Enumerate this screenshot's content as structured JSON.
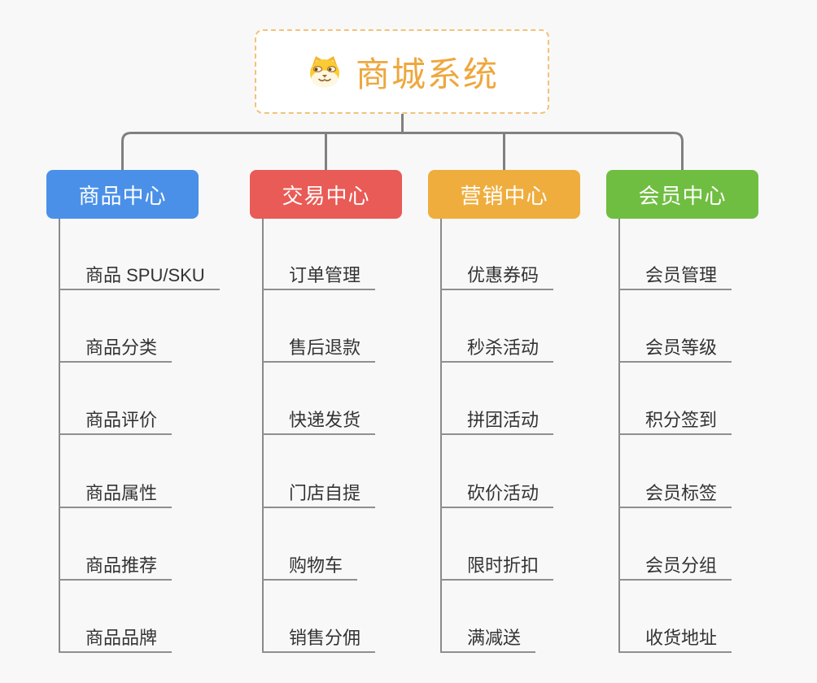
{
  "page": {
    "background": "#F8F8F8"
  },
  "root": {
    "title": "商城系统",
    "icon": "dog-face",
    "text_color": "#EEA73E",
    "border_color": "#F3C279"
  },
  "connector_color": "#808080",
  "underline_color": "#8F8F8F",
  "item_text_color": "#333333",
  "branches": [
    {
      "label": "商品中心",
      "color": "#4A90E8",
      "items": [
        "商品 SPU/SKU",
        "商品分类",
        "商品评价",
        "商品属性",
        "商品推荐",
        "商品品牌"
      ]
    },
    {
      "label": "交易中心",
      "color": "#E95B56",
      "items": [
        "订单管理",
        "售后退款",
        "快递发货",
        "门店自提",
        "购物车",
        "销售分佣"
      ]
    },
    {
      "label": "营销中心",
      "color": "#EFAD3E",
      "items": [
        "优惠券码",
        "秒杀活动",
        "拼团活动",
        "砍价活动",
        "限时折扣",
        "满减送"
      ]
    },
    {
      "label": "会员中心",
      "color": "#6FBE41",
      "items": [
        "会员管理",
        "会员等级",
        "积分签到",
        "会员标签",
        "会员分组",
        "收货地址"
      ]
    }
  ]
}
